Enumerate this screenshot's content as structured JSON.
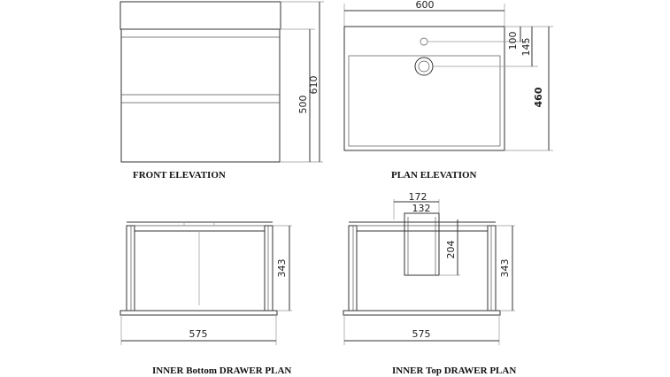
{
  "views": {
    "front": {
      "caption": "FRONT ELEVATION",
      "dims": {
        "height_body": "500",
        "height_total": "610"
      }
    },
    "plan": {
      "caption": "PLAN ELEVATION",
      "dims": {
        "width": "600",
        "depth": "460",
        "tap_offset_a": "100",
        "tap_offset_b": "145"
      }
    },
    "bottom_drawer": {
      "caption": "INNER Bottom DRAWER PLAN",
      "dims": {
        "width": "575",
        "height": "343"
      }
    },
    "top_drawer": {
      "caption": "INNER Top DRAWER PLAN",
      "dims": {
        "width": "575",
        "height": "343",
        "cutout_outer": "172",
        "cutout_inner": "132",
        "cutout_depth": "204"
      }
    }
  },
  "colors": {
    "line": "#333333",
    "background": "#ffffff"
  }
}
